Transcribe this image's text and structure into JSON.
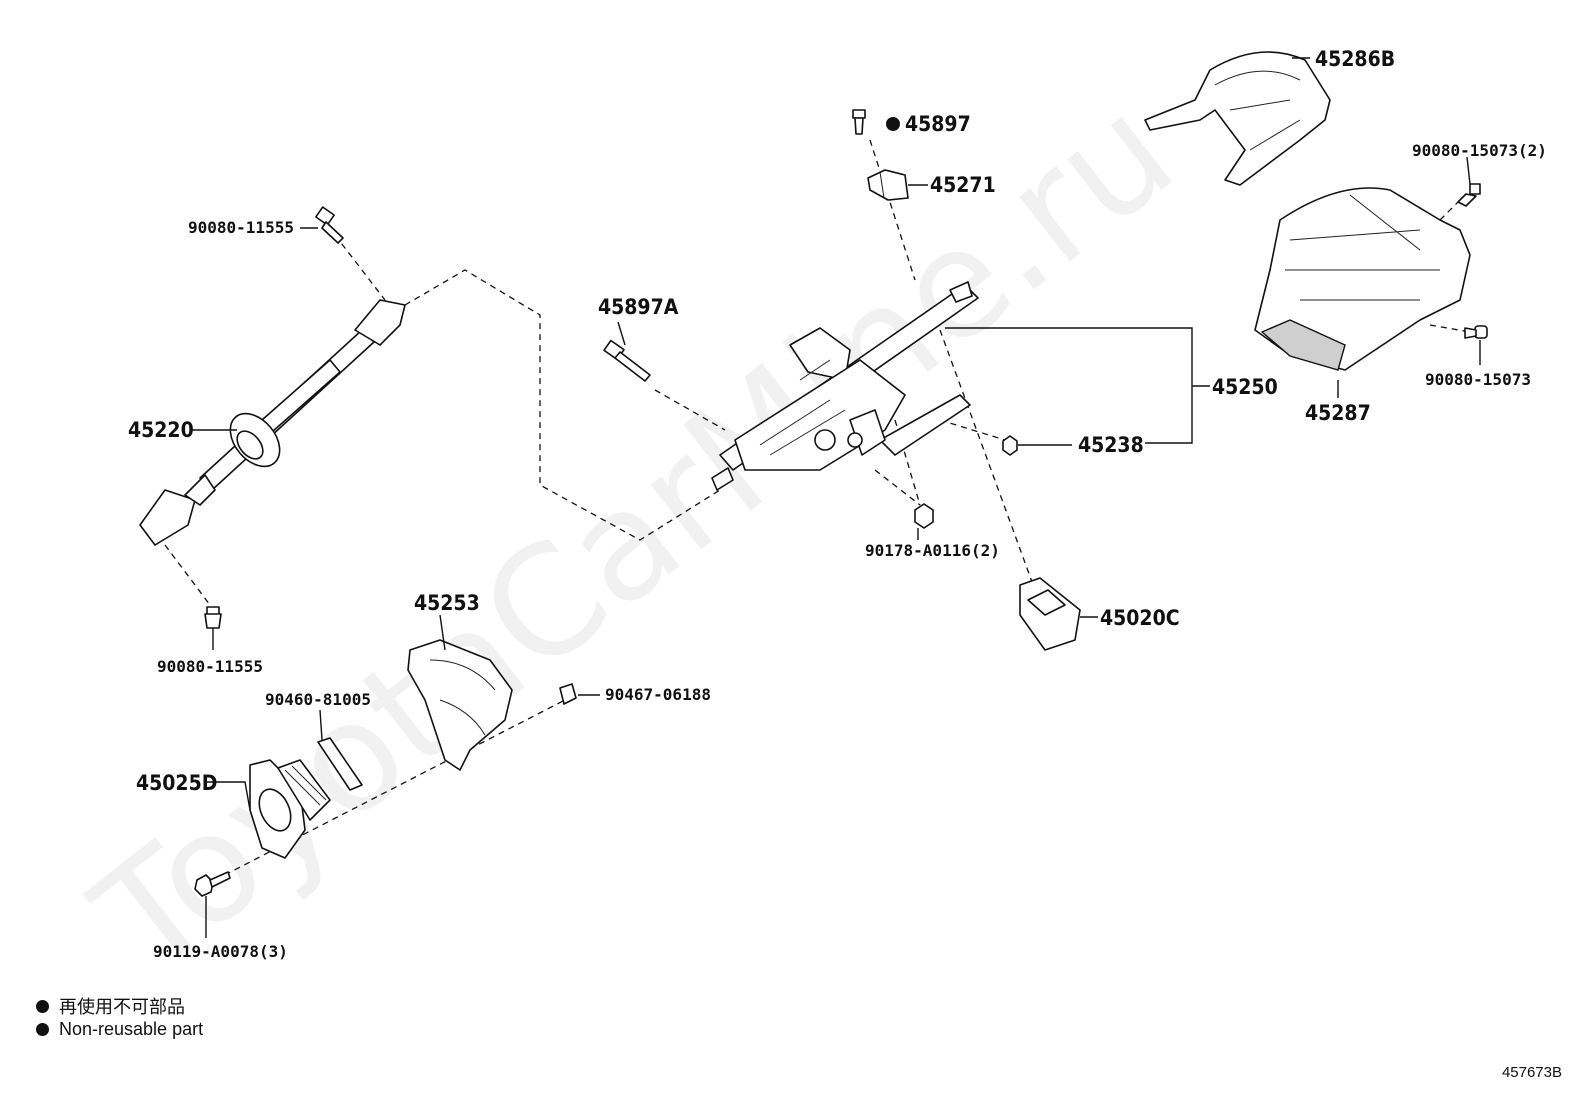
{
  "watermark": "ToyotaCarMine.ru",
  "parts": {
    "p45286b": "45286B",
    "p45897": "45897",
    "p45271": "45271",
    "p90080_15073_2": "90080-15073(2)",
    "p90080_11555_top": "90080-11555",
    "p45897a": "45897A",
    "p45250": "45250",
    "p45287": "45287",
    "p90080_15073": "90080-15073",
    "p45220": "45220",
    "p45238": "45238",
    "p90178": "90178-A0116(2)",
    "p45020c": "45020C",
    "p45253": "45253",
    "p90080_11555_bot": "90080-11555",
    "p90467": "90467-06188",
    "p90460": "90460-81005",
    "p45025d": "45025D",
    "p90119": "90119-A0078(3)"
  },
  "legend": {
    "line1": "再使用不可部品",
    "line2": "Non-reusable part"
  },
  "reference_id": "457673B"
}
